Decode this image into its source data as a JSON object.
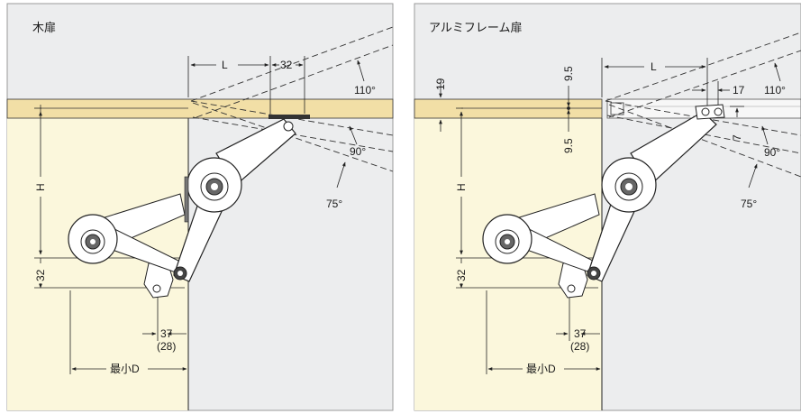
{
  "panels": [
    {
      "title": "木扉",
      "dims": {
        "L": "L",
        "d32": "32",
        "H": "H",
        "v32": "32",
        "d37": "37",
        "d28": "(28)",
        "minD": "最小D"
      },
      "angles": {
        "a110": "110°",
        "a90": "90°",
        "a75": "75°"
      }
    },
    {
      "title": "アルミフレーム扉",
      "dims": {
        "d19": "19",
        "d95a": "9.5",
        "d95b": "9.5",
        "L": "L",
        "d17": "17",
        "d7": "7",
        "H": "H",
        "v32": "32",
        "d37": "37",
        "d28": "(28)",
        "minD": "最小D"
      },
      "angles": {
        "a110": "110°",
        "a90": "90°",
        "a75": "75°"
      }
    }
  ],
  "colors": {
    "background_gray": "#ecedee",
    "cabinet_cream": "#fbf7dc",
    "door_wood": "#f2dfa6",
    "line": "#222222",
    "frame": "#9a9a9a"
  }
}
